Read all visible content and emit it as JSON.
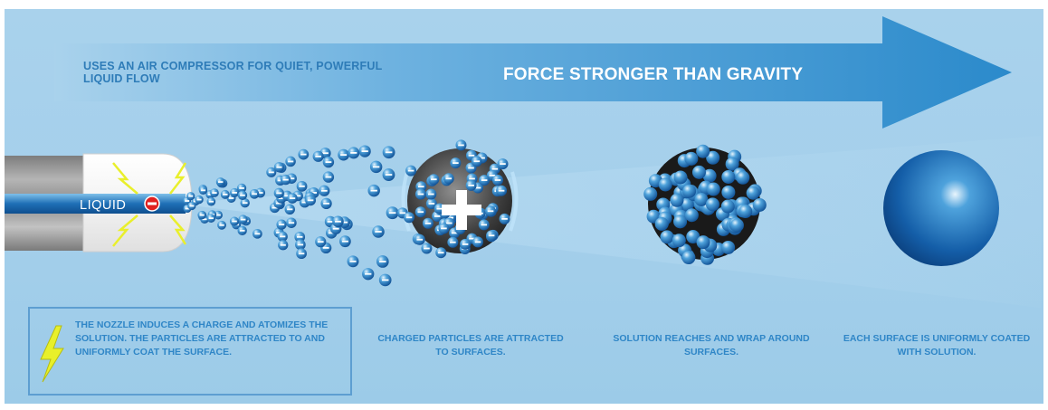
{
  "header": {
    "note": "USES AN AIR COMPRESSOR FOR QUIET, POWERFUL LIQUID FLOW",
    "arrow_title": "FORCE STRONGER THAN GRAVITY"
  },
  "nozzle": {
    "label": "LIQUID"
  },
  "legend_box": {
    "icon": "lightning-bolt-icon",
    "text": "THE NOZZLE INDUCES A CHARGE AND ATOMIZES THE SOLUTION. THE PARTICLES ARE ATTRACTED TO AND UNIFORMLY COAT THE SURFACE."
  },
  "captions": [
    "CHARGED PARTICLES ARE ATTRACTED TO SURFACES.",
    "SOLUTION REACHES AND WRAP AROUND SURFACES.",
    "EACH SURFACE IS UNIFORMLY COATED WITH SOLUTION."
  ],
  "colors": {
    "background": "#a6d0ec",
    "arrow": "#2e8dcc",
    "particle": "#1f77bf",
    "text_blue": "#2f86c7",
    "lightning": "#e8f02a"
  }
}
